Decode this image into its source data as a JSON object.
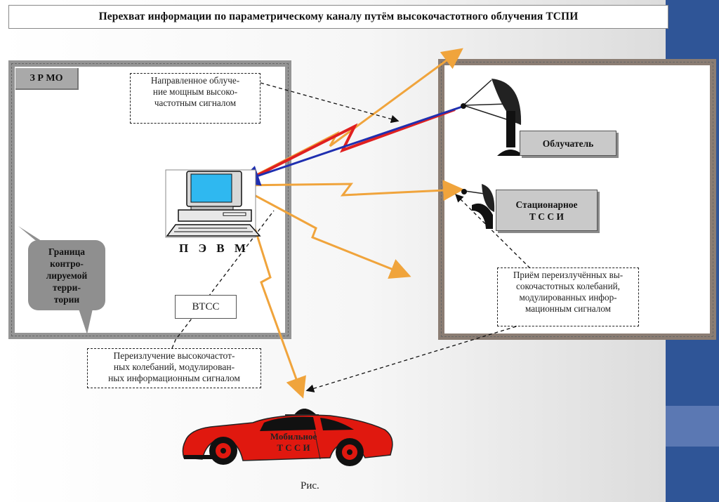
{
  "title": "Перехват информации по параметрическому каналу путём высокочастотного облучения ТСПИ",
  "zone_tag": "З Р МО",
  "note_irradiation": [
    "Направленное облуче-",
    "ние мощным высоко-",
    "частотным сигналом"
  ],
  "boundary_label": [
    "Граница",
    "контро-",
    "лируемой",
    "терри-",
    "тории"
  ],
  "pc_label": "П Э В М",
  "btcc_label": "ВТСС",
  "irradiator_label": "Облучатель",
  "stationary_label": [
    "Стационарное",
    "Т С С И"
  ],
  "note_reception": [
    "Приём переизлучённых вы-",
    "сокочастотных колебаний,",
    "модулированных инфор-",
    "мационным сигналом"
  ],
  "note_reradiation": [
    "Переизлучение высокочастот-",
    "ных колебаний, модулирован-",
    "ных информационным сигналом"
  ],
  "mobile_label": [
    "Мобильное",
    "Т С С И"
  ],
  "caption": "Рис.",
  "colors": {
    "band_blue": "#2f5597",
    "band_light": "#5b78b3",
    "beam_orange": "#f0a43c",
    "beam_red": "#e02020",
    "beam_blue": "#1f2fb0",
    "car_red": "#e0180f",
    "screen_cyan": "#2fb8f0"
  },
  "icons": [
    "satellite-dish-icon",
    "computer-icon",
    "car-icon"
  ]
}
